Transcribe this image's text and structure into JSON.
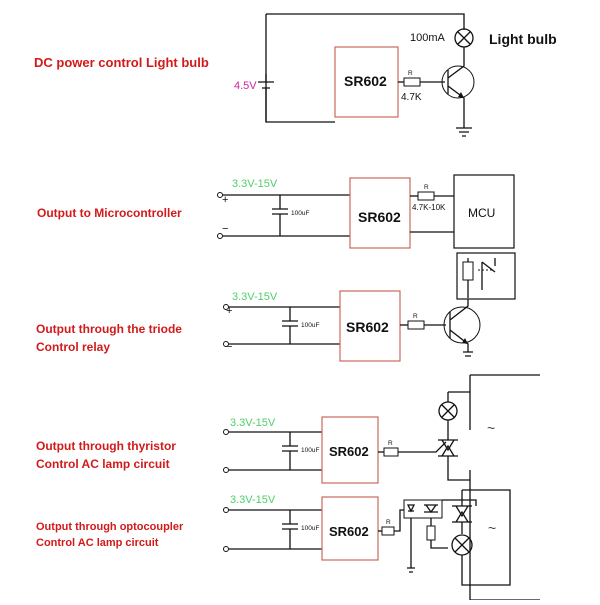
{
  "sections": {
    "dc_power": {
      "label": "DC power control Light bulb",
      "voltage": "4.5V",
      "module": "SR602",
      "resistor_label": "R",
      "resistor_value": "4.7K",
      "current": "100mA",
      "bulb_label": "Light bulb"
    },
    "microcontroller": {
      "label": "Output to Microcontroller",
      "voltage": "3.3V-15V",
      "plus": "+",
      "minus": "−",
      "capacitor": "100uF",
      "module": "SR602",
      "resistor_label": "R",
      "resistor_value": "4.7K-10K",
      "mcu": "MCU"
    },
    "relay": {
      "label_line1": "Output through the triode",
      "label_line2": "Control relay",
      "voltage": "3.3V-15V",
      "plus": "+",
      "minus": "−",
      "capacitor": "100uF",
      "module": "SR602",
      "resistor_label": "R"
    },
    "thyristor": {
      "label_line1": "Output through thyristor",
      "label_line2": "Control AC lamp circuit",
      "voltage": "3.3V-15V",
      "capacitor": "100uF",
      "module": "SR602",
      "resistor_label": "R",
      "ac_symbol": "~"
    },
    "optocoupler": {
      "label_line1": "Output through optocoupler",
      "label_line2": "Control AC lamp circuit",
      "voltage": "3.3V-15V",
      "capacitor": "100uF",
      "module": "SR602",
      "resistor_label": "R",
      "ac_symbol": "~"
    }
  },
  "colors": {
    "label_red": "#d21a1a",
    "voltage_green": "#4fcf6a",
    "voltage_magenta": "#c8279d",
    "module_border": "#c86a5f"
  }
}
